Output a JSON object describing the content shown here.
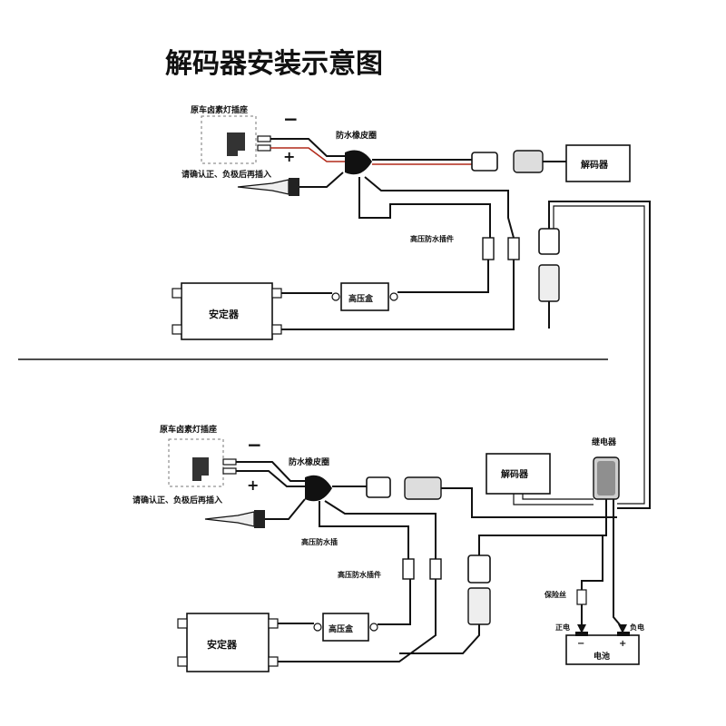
{
  "title": "解码器安装示意图",
  "top": {
    "bulb_socket_label": "原车卤素灯插座",
    "minus_sign": "−",
    "plus_sign": "+",
    "polarity_note": "请确认正、负极后再插入",
    "grommet_label": "防水橡皮圈",
    "decoder_label": "解码器",
    "hv_connector_label": "高压防水插件",
    "ballast_label": "安定器",
    "hv_box_label": "高压盒"
  },
  "bottom": {
    "bulb_socket_label": "原车卤素灯插座",
    "minus_sign": "−",
    "plus_sign": "+",
    "polarity_note": "请确认正、负极后再插入",
    "grommet_label": "防水橡皮圈",
    "decoder_label": "解码器",
    "relay_label": "继电器",
    "hv_plug_label": "高压防水插",
    "hv_connector_label": "高压防水插件",
    "ballast_label": "安定器",
    "hv_box_label": "高压盒",
    "fuse_label": "保险丝",
    "positive_label": "正电",
    "negative_label": "负电",
    "battery_label": "电池",
    "battery_minus": "−",
    "battery_plus": "+"
  }
}
